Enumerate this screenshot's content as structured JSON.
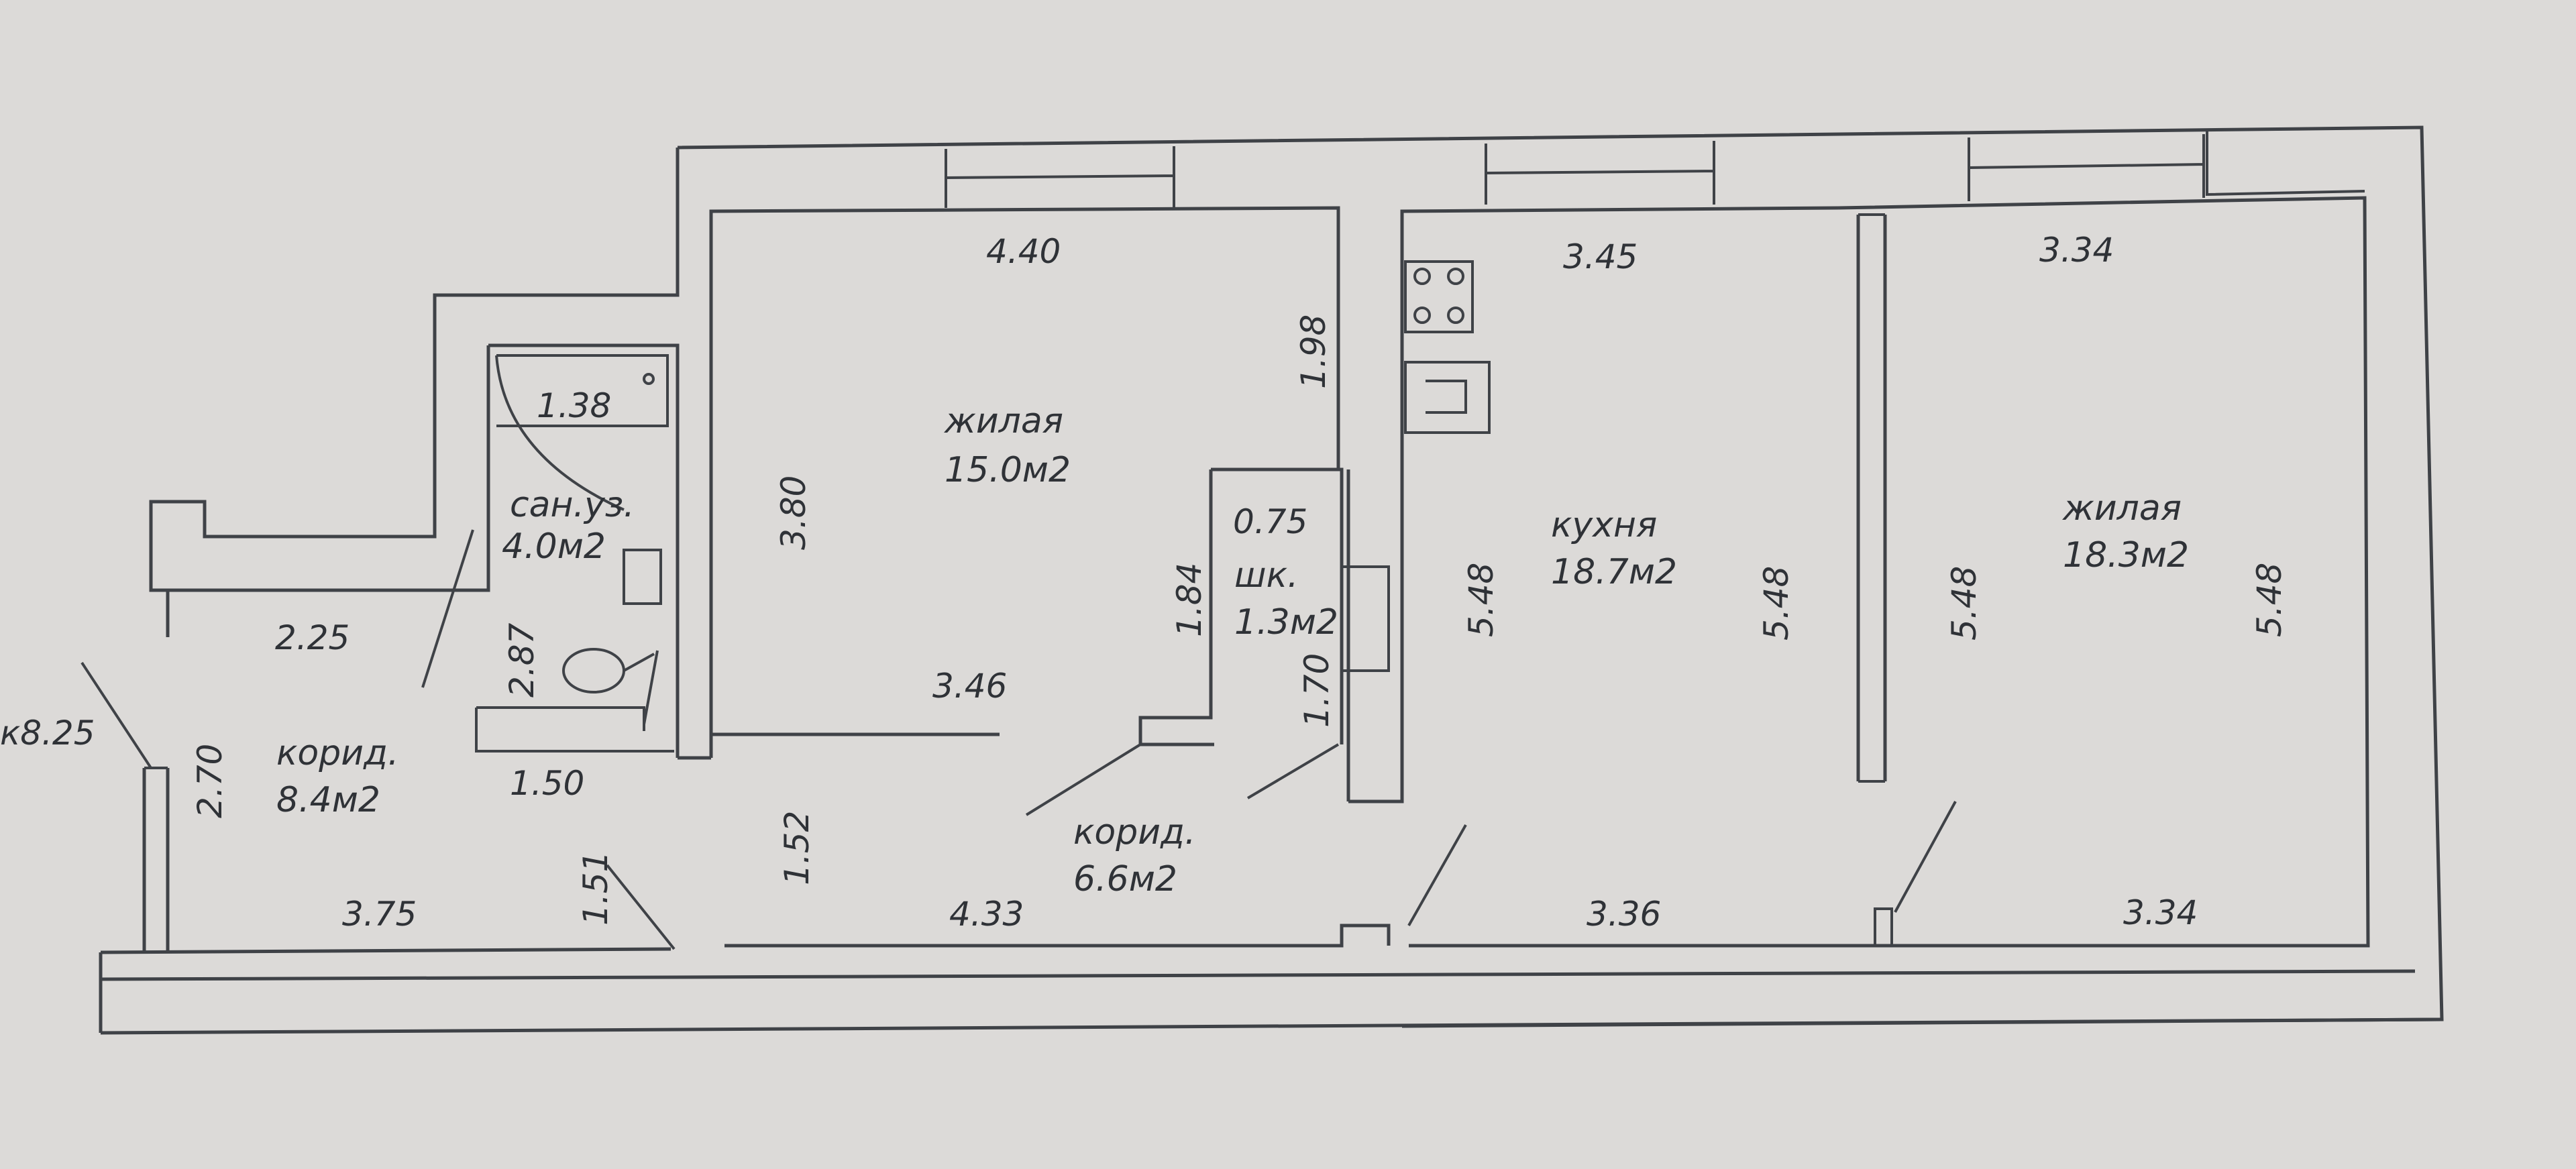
{
  "rooms": {
    "living1": {
      "name": "жилая",
      "area": "15.0м2"
    },
    "bathroom": {
      "name": "сан.уз.",
      "area": "4.0м2"
    },
    "corridor1": {
      "name": "корид.",
      "area": "8.4м2"
    },
    "closet": {
      "name": "шк.",
      "area": "1.3м2"
    },
    "corridor2": {
      "name": "корид.",
      "area": "6.6м2"
    },
    "kitchen": {
      "name": "кухня",
      "area": "18.7м2"
    },
    "living2": {
      "name": "жилая",
      "area": "18.3м2"
    }
  },
  "dimensions": {
    "bath_top": "1.38",
    "living1_top": "4.40",
    "living1_left": "3.80",
    "living1_right_upper": "1.98",
    "living1_right_lower": "1.84",
    "living1_bottom": "3.46",
    "closet_top": "0.75",
    "closet_right": "1.70",
    "corr1_top": "2.25",
    "bath_left": "2.87",
    "bath_bottom": "1.50",
    "corr1_left": "2.70",
    "corr1_bottom": "3.75",
    "corr2_vertical_left": "1.51",
    "corr2_vertical_right": "1.52",
    "corr2_bottom": "4.33",
    "kitchen_top": "3.45",
    "kitchen_left": "5.48",
    "kitchen_right": "5.48",
    "kitchen_bottom": "3.36",
    "living2_top": "3.34",
    "living2_left": "5.48",
    "living2_right": "5.48",
    "living2_bottom": "3.34",
    "cut_left": "к8.25"
  }
}
